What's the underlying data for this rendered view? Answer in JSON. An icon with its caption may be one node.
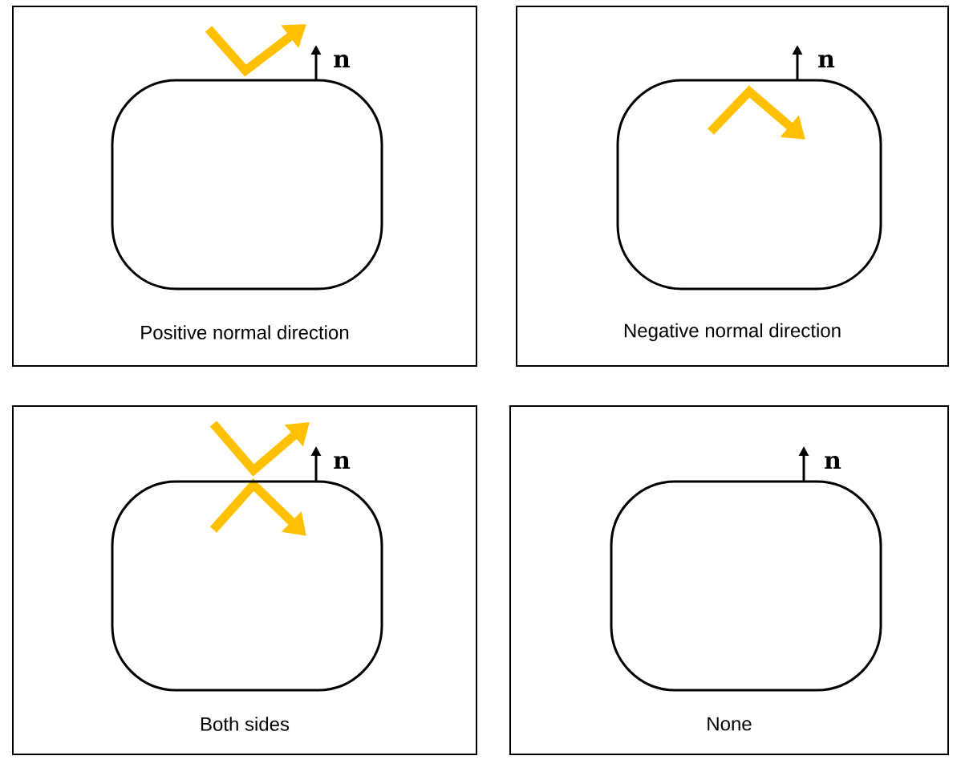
{
  "diagram": {
    "nodes": [
      {
        "text": [
          "Positive normal direction"
        ]
      },
      {
        "text": [],
        "shape": "box",
        "in": 0,
        "beside": [
          "n"
        ]
      },
      {
        "text": [
          "Negative normal direction"
        ]
      },
      {
        "text": [],
        "shape": "box",
        "in": 2,
        "beside": [
          "n"
        ]
      },
      {
        "text": [
          "Both sides"
        ]
      },
      {
        "text": [],
        "shape": "box",
        "in": 4,
        "beside": [
          "n"
        ]
      },
      {
        "text": [
          "None"
        ]
      },
      {
        "text": [],
        "shape": "box",
        "in": 6,
        "beside": [
          "n"
        ]
      }
    ]
  }
}
